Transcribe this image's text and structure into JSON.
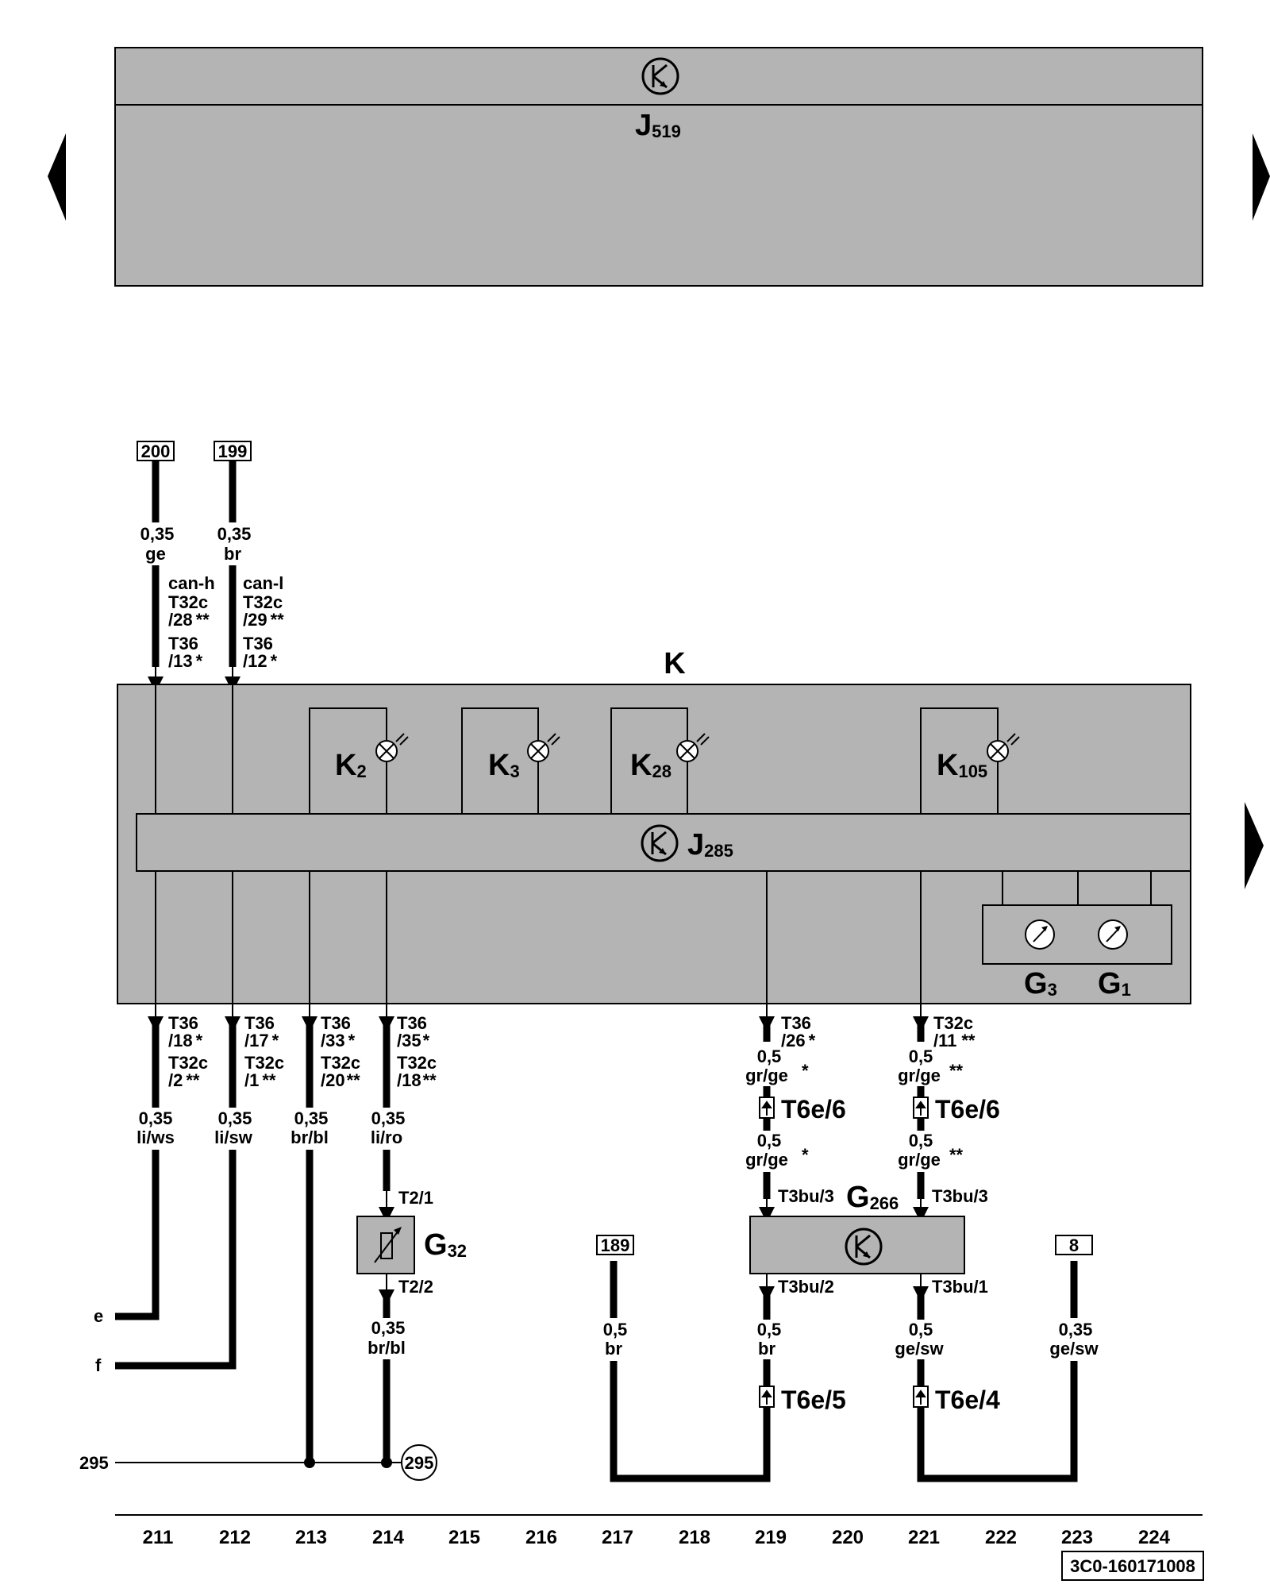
{
  "top_module": {
    "name": "J",
    "sub": "519"
  },
  "cluster": {
    "name": "K"
  },
  "gateway": {
    "name": "J",
    "sub": "285"
  },
  "lamps": [
    {
      "name": "K",
      "sub": "2"
    },
    {
      "name": "K",
      "sub": "3"
    },
    {
      "name": "K",
      "sub": "28"
    },
    {
      "name": "K",
      "sub": "105"
    }
  ],
  "gauges": [
    {
      "name": "G",
      "sub": "3"
    },
    {
      "name": "G",
      "sub": "1"
    }
  ],
  "sensor_g32": {
    "name": "G",
    "sub": "32",
    "pin_top": "T2/1",
    "pin_bottom": "T2/2"
  },
  "sensor_g266": {
    "name": "G",
    "sub": "266",
    "pin_tl": "T3bu/3",
    "pin_tr": "T3bu/3",
    "pin_bl": "T3bu/2",
    "pin_br": "T3bu/1"
  },
  "ref_boxes": [
    "200",
    "199",
    "189",
    "8"
  ],
  "ground_label": "295",
  "ground_symbol": "295",
  "side_labels": {
    "e": "e",
    "f": "f"
  },
  "wires": {
    "w200": {
      "size": "0,35",
      "color": "ge",
      "signal": "can-h",
      "pin1": "T32c",
      "pin2": "/28",
      "star1": "**",
      "pin3": "T36",
      "pin4": "/13",
      "star2": "*"
    },
    "w199": {
      "size": "0,35",
      "color": "br",
      "signal": "can-l",
      "pin1": "T32c",
      "pin2": "/29",
      "star1": "**",
      "pin3": "T36",
      "pin4": "/12",
      "star2": "*"
    },
    "b211": {
      "p1": "T36",
      "p2": "/18",
      "s1": "*",
      "p3": "T32c",
      "p4": "/2",
      "s2": "**",
      "size": "0,35",
      "color": "li/ws"
    },
    "b212": {
      "p1": "T36",
      "p2": "/17",
      "s1": "*",
      "p3": "T32c",
      "p4": "/1",
      "s2": "**",
      "size": "0,35",
      "color": "li/sw"
    },
    "b213": {
      "p1": "T36",
      "p2": "/33",
      "s1": "*",
      "p3": "T32c",
      "p4": "/20",
      "s2": "**",
      "size": "0,35",
      "color": "br/bl"
    },
    "b214": {
      "p1": "T36",
      "p2": "/35",
      "s1": "*",
      "p3": "T32c",
      "p4": "/18",
      "s2": "**",
      "size": "0,35",
      "color": "li/ro"
    },
    "g32_out": {
      "size": "0,35",
      "color": "br/bl"
    },
    "b219": {
      "p1": "T36",
      "p2": "/26",
      "s1": "*",
      "size1": "0,5",
      "color1": "gr/ge",
      "s1b": "*",
      "conn": "T6e/6",
      "size2": "0,5",
      "color2": "gr/ge",
      "s2": "*"
    },
    "b221": {
      "p1": "T32c",
      "p2": "/11",
      "s1": "**",
      "size1": "0,5",
      "color1": "gr/ge",
      "s1b": "**",
      "conn": "T6e/6",
      "size2": "0,5",
      "color2": "gr/ge",
      "s2": "**"
    },
    "w189": {
      "size": "0,5",
      "color": "br"
    },
    "l219": {
      "size": "0,5",
      "color": "br",
      "conn": "T6e/5"
    },
    "l221": {
      "size": "0,5",
      "color": "ge/sw",
      "conn": "T6e/4"
    },
    "w8": {
      "size": "0,35",
      "color": "ge/sw"
    }
  },
  "columns": [
    "211",
    "212",
    "213",
    "214",
    "215",
    "216",
    "217",
    "218",
    "219",
    "220",
    "221",
    "222",
    "223",
    "224"
  ],
  "doc_id": "3C0-160171008"
}
